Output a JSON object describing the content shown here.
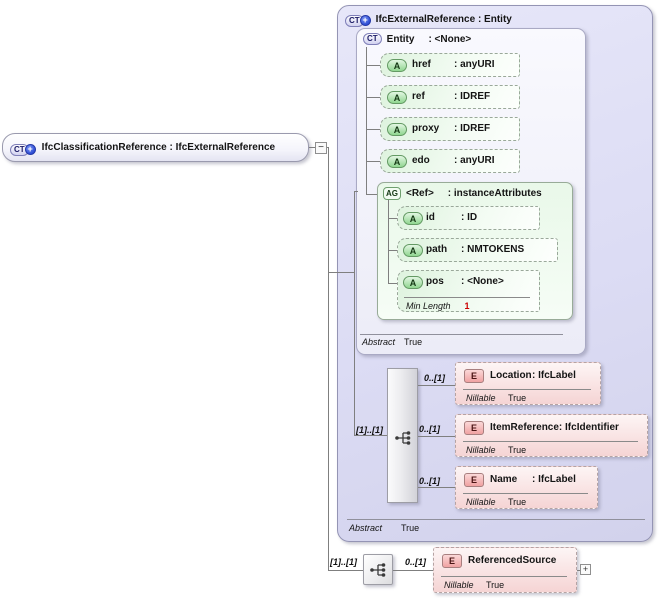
{
  "diagram": {
    "root": {
      "label": "IfcClassificationReference : IfcExternalReference",
      "icon_text": "CT",
      "icon_plus": "+",
      "collapse_symbol": "−"
    },
    "ct": {
      "title": "IfcExternalReference : Entity",
      "icon_text": "CT",
      "icon_plus": "+",
      "abstract_label": "Abstract",
      "abstract_value": "True",
      "entity": {
        "icon_text": "CT",
        "name": "Entity",
        "type": ": <None>",
        "abstract_label": "Abstract",
        "abstract_value": "True",
        "attributes": [
          {
            "icon": "A",
            "name": "href",
            "type": ": anyURI"
          },
          {
            "icon": "A",
            "name": "ref",
            "type": ": IDREF"
          },
          {
            "icon": "A",
            "name": "proxy",
            "type": ": IDREF"
          },
          {
            "icon": "A",
            "name": "edo",
            "type": ": anyURI"
          }
        ],
        "attribute_group": {
          "icon": "AG",
          "name": "<Ref>",
          "type": ": instanceAttributes",
          "attributes": [
            {
              "icon": "A",
              "name": "id",
              "type": ": ID"
            },
            {
              "icon": "A",
              "name": "path",
              "type": ": NMTOKENS"
            },
            {
              "icon": "A",
              "name": "pos",
              "type": ": <None>",
              "facet_label": "Min Length",
              "facet_value": "1"
            }
          ]
        }
      },
      "sequence": {
        "cardinality": "[1]..[1]",
        "elements": [
          {
            "icon": "E",
            "cardinality": "0..[1]",
            "name": "Location",
            "type": ": IfcLabel",
            "nillable_label": "Nillable",
            "nillable_value": "True"
          },
          {
            "icon": "E",
            "cardinality": "0..[1]",
            "name": "ItemReference",
            "type": ": IfcIdentifier",
            "nillable_label": "Nillable",
            "nillable_value": "True"
          },
          {
            "icon": "E",
            "cardinality": "0..[1]",
            "name": "Name",
            "type": ": IfcLabel",
            "nillable_label": "Nillable",
            "nillable_value": "True"
          }
        ]
      }
    },
    "bottom_sequence": {
      "cardinality": "[1]..[1]",
      "element": {
        "icon": "E",
        "cardinality": "0..[1]",
        "name": "ReferencedSource",
        "nillable_label": "Nillable",
        "nillable_value": "True",
        "expand_symbol": "+"
      }
    },
    "colors": {
      "accent_blue": "#2f4fd6",
      "container_lavender": "#dcdcf4",
      "attribute_green": "#def3de",
      "element_pink": "#f9e3e3",
      "facet_red": "#cc0000",
      "line_gray": "#7f7f7f"
    }
  }
}
